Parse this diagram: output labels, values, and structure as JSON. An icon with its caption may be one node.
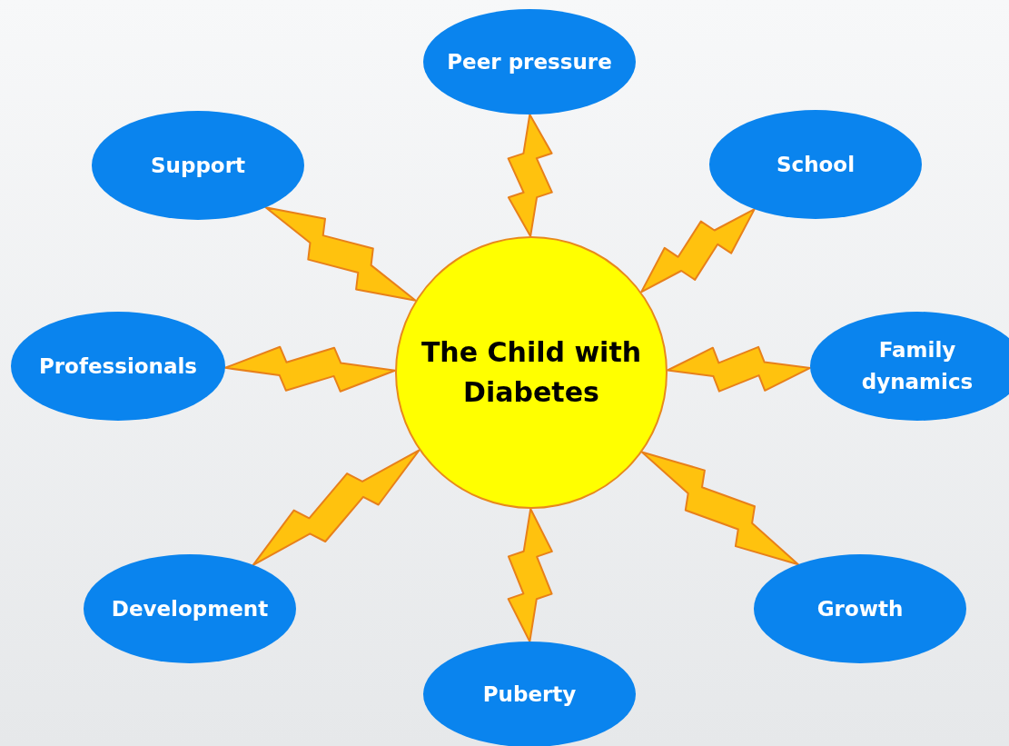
{
  "diagram": {
    "nodes": [
      {
        "text": [
          "The Child with Diabetes"
        ]
      },
      {
        "text": [
          "Peer pressure"
        ]
      },
      {
        "text": [
          "Support"
        ]
      },
      {
        "text": [
          "School"
        ]
      },
      {
        "text": [
          "Professionals"
        ]
      },
      {
        "text": [
          "Family dynamics"
        ]
      },
      {
        "text": [
          "Development"
        ]
      },
      {
        "text": [
          "Growth"
        ]
      },
      {
        "text": [
          "Puberty"
        ]
      }
    ],
    "edges": [
      {
        "from": 0,
        "to": 1,
        "arrow": "none"
      },
      {
        "from": 0,
        "to": 2,
        "arrow": "none"
      },
      {
        "from": 0,
        "to": 3,
        "arrow": "none"
      },
      {
        "from": 0,
        "to": 4,
        "arrow": "none"
      },
      {
        "from": 0,
        "to": 5,
        "arrow": "none"
      },
      {
        "from": 0,
        "to": 6,
        "arrow": "none"
      },
      {
        "from": 0,
        "to": 7,
        "arrow": "none"
      },
      {
        "from": 0,
        "to": 8,
        "arrow": "none"
      }
    ]
  }
}
